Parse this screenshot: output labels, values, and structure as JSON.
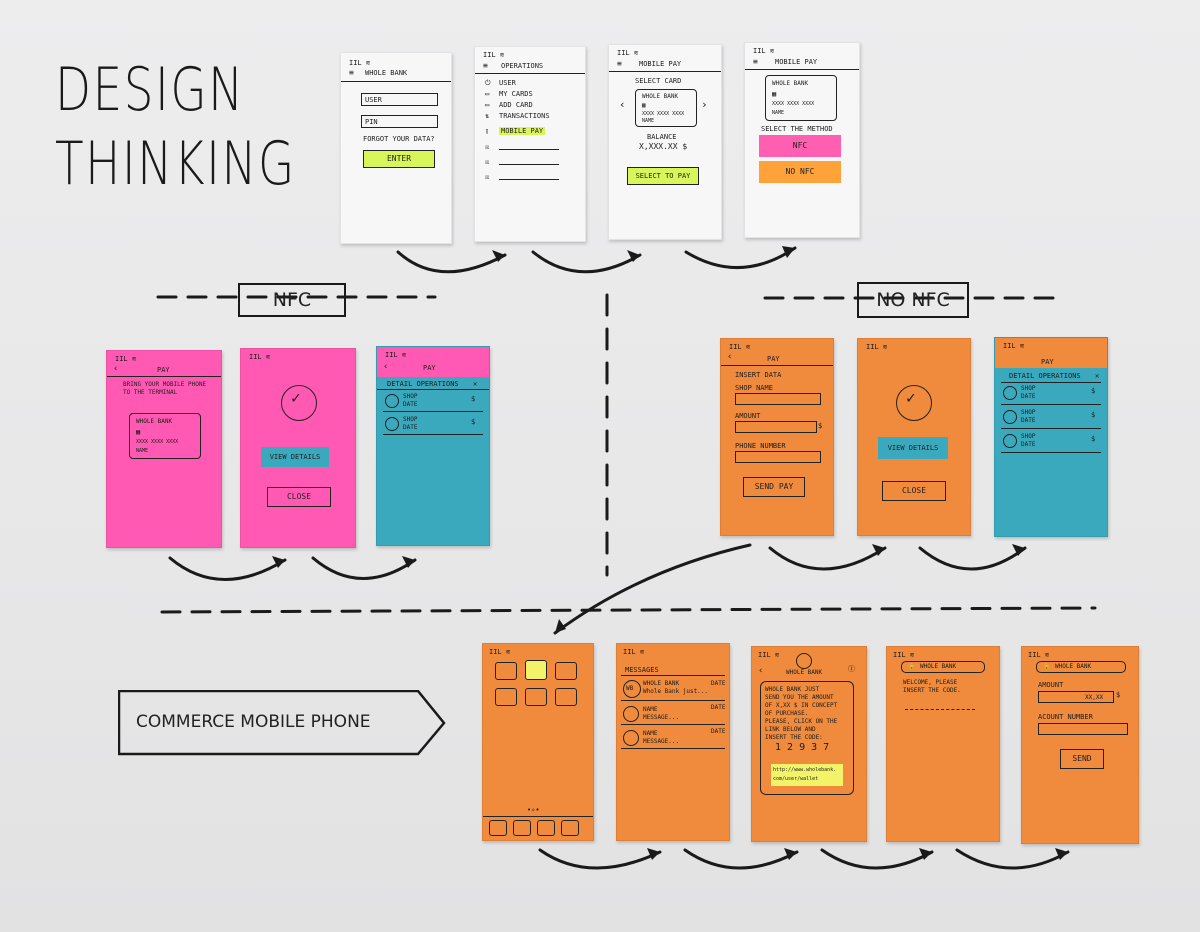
{
  "title": {
    "line1": "DESIGN",
    "line2": "THINKING"
  },
  "section_labels": {
    "nfc": "NFC",
    "no_nfc": "NO NFC",
    "commerce": "COMMERCE MOBILE PHONE"
  },
  "top_flow": {
    "login": {
      "bank": "WHOLE BANK",
      "user": "USER",
      "pin": "PIN",
      "forgot": "FORGOT YOUR DATA?",
      "enter": "ENTER"
    },
    "operations": {
      "header": "OPERATIONS",
      "items": [
        "USER",
        "MY CARDS",
        "ADD CARD",
        "TRANSACTIONS",
        "MOBILE PAY"
      ]
    },
    "mobile_pay": {
      "header": "MOBILE PAY",
      "select_card": "SELECT CARD",
      "card_bank": "WHOLE BANK",
      "card_number": "XXXX XXXX XXXX",
      "card_name": "NAME",
      "balance_label": "BALANCE",
      "balance_value": "X,XXX.XX $",
      "button": "SELECT TO PAY"
    },
    "method": {
      "header": "MOBILE PAY",
      "card_bank": "WHOLE BANK",
      "card_number": "XXXX XXXX XXXX",
      "card_name": "NAME",
      "select_method": "SELECT THE METHOD",
      "nfc": "NFC",
      "no_nfc": "NO NFC"
    }
  },
  "nfc_flow": {
    "pay": {
      "header": "PAY",
      "instruction": "BRING YOUR MOBILE PHONE TO THE TERMINAL",
      "card_bank": "WHOLE BANK",
      "card_number": "XXXX XXXX XXXX",
      "card_name": "NAME"
    },
    "done": {
      "view_details": "VIEW DETAILS",
      "close": "CLOSE"
    },
    "details": {
      "header": "PAY",
      "subheader": "DETAIL OPERATIONS",
      "rows": [
        {
          "shop": "SHOP",
          "date": "DATE",
          "amount": "$"
        },
        {
          "shop": "SHOP",
          "date": "DATE",
          "amount": "$"
        }
      ]
    }
  },
  "no_nfc_flow": {
    "pay": {
      "header": "PAY",
      "insert": "INSERT DATA",
      "shop_name": "SHOP NAME",
      "amount": "AMOUNT",
      "currency": "$",
      "phone": "PHONE NUMBER",
      "send": "SEND PAY"
    },
    "done": {
      "view_details": "VIEW DETAILS",
      "close": "CLOSE"
    },
    "details": {
      "header": "PAY",
      "subheader": "DETAIL OPERATIONS",
      "rows": [
        {
          "shop": "SHOP",
          "date": "DATE",
          "amount": "$"
        },
        {
          "shop": "SHOP",
          "date": "DATE",
          "amount": "$"
        },
        {
          "shop": "SHOP",
          "date": "DATE",
          "amount": "$"
        }
      ]
    }
  },
  "commerce_flow": {
    "messages": {
      "header": "MESSAGES",
      "rows": [
        {
          "avatar": "WB",
          "name": "WHOLE BANK",
          "preview": "Whole Bank just...",
          "date": "DATE"
        },
        {
          "name": "NAME",
          "preview": "MESSAGE...",
          "date": "DATE"
        },
        {
          "name": "NAME",
          "preview": "MESSAGE...",
          "date": "DATE"
        }
      ]
    },
    "message_detail": {
      "header": "WHOLE BANK",
      "body": [
        "WHOLE BANK JUST",
        "SEND YOU THE AMOUNT",
        "OF X,XX $ IN CONCEPT",
        "OF PURCHASE.",
        "PLEASE, CLICK ON THE",
        "LINK BELOW AND",
        "INSERT THE CODE:"
      ],
      "code": "1 2 9 3 7",
      "link": [
        "http://www.wholebank.",
        "com/user/wallet"
      ]
    },
    "welcome": {
      "header": "WHOLE BANK",
      "text": [
        "WELCOME, PLEASE",
        "INSERT THE CODE."
      ]
    },
    "send": {
      "header": "WHOLE BANK",
      "amount": "AMOUNT",
      "amount_value": "XX,XX",
      "currency": "$",
      "account": "ACOUNT NUMBER",
      "send": "SEND"
    }
  }
}
